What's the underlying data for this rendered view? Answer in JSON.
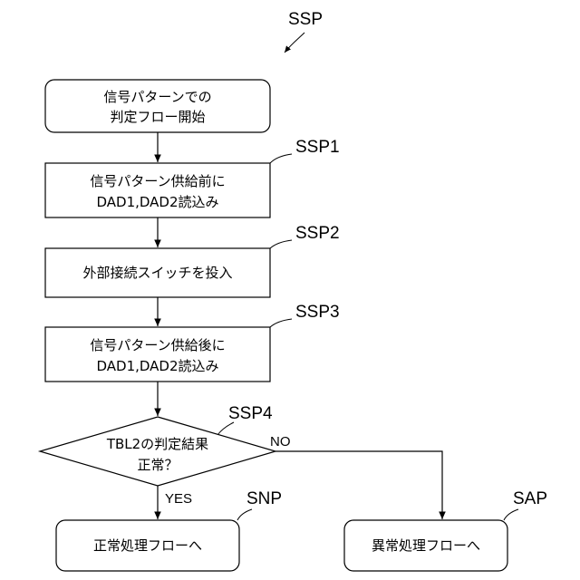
{
  "diagram": {
    "title_label": "SSP",
    "start": {
      "line1": "信号パターンでの",
      "line2": "判定フロー開始"
    },
    "steps": [
      {
        "ref": "SSP1",
        "line1": "信号パターン供給前に",
        "line2": "DAD1,DAD2読込み"
      },
      {
        "ref": "SSP2",
        "line1": "外部接続スイッチを投入"
      },
      {
        "ref": "SSP3",
        "line1": "信号パターン供給後に",
        "line2": "DAD1,DAD2読込み"
      }
    ],
    "decision": {
      "ref": "SSP4",
      "line1": "TBL2の判定結果",
      "line2": "正常？",
      "yes": "YES",
      "no": "NO"
    },
    "normal_end": {
      "ref": "SNP",
      "label": "正常処理フローへ"
    },
    "abnormal_end": {
      "ref": "SAP",
      "label": "異常処理フローへ"
    }
  }
}
